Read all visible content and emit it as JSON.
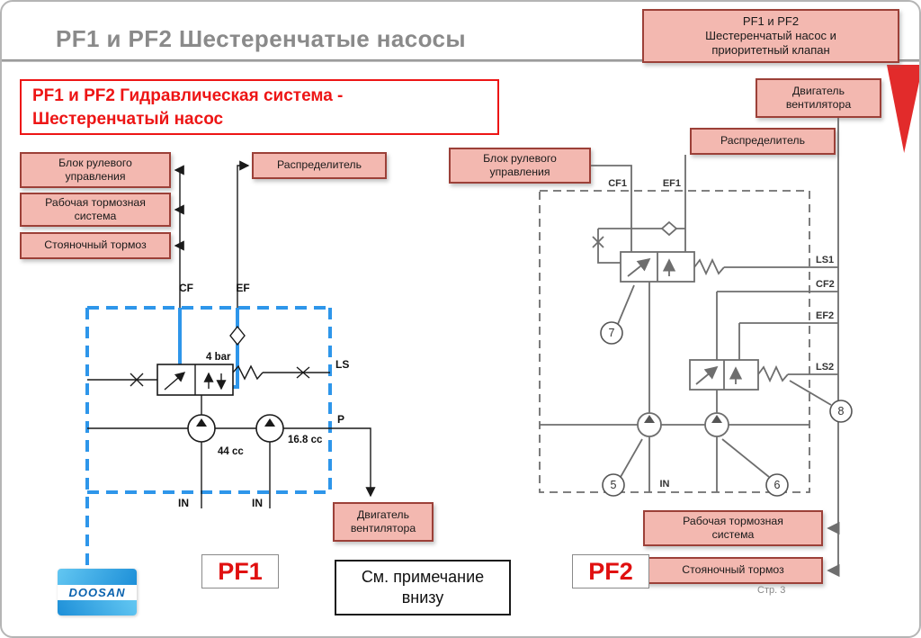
{
  "slide": {
    "title": "PF1 и PF2 Шестеренчатые насосы",
    "page_number": "Стр. 3",
    "logo_text": "DOOSAN"
  },
  "top_callout": {
    "text": "PF1 и PF2\nШестеренчатый насос и\nприоритетный клапан"
  },
  "header_box": {
    "text": "PF1 и PF2 Гидравлическая система -\nШестеренчатый насос"
  },
  "note_box": {
    "text": "См. примечание\nвнизу"
  },
  "pf1": {
    "label": "PF1",
    "boxes": {
      "steering": "Блок рулевого\nуправления",
      "service_brake": "Рабочая тормозная\nсистема",
      "parking_brake": "Стояночный тормоз",
      "distributor": "Распределитель",
      "fan_motor": "Двигатель\nвентилятора"
    },
    "ports": {
      "cf": "CF",
      "ef": "EF",
      "ls": "LS",
      "p": "P",
      "in1": "IN",
      "in2": "IN"
    },
    "values": {
      "relief_pressure": "4 bar",
      "pump1": "44 cc",
      "pump2": "16.8 cc"
    }
  },
  "pf2": {
    "label": "PF2",
    "boxes": {
      "steering": "Блок рулевого\nуправления",
      "distributor": "Распределитель",
      "fan_motor": "Двигатель\nвентилятора",
      "service_brake": "Рабочая тормозная\nсистема",
      "parking_brake": "Стояночный тормоз"
    },
    "ports": {
      "cf1": "CF1",
      "ef1": "EF1",
      "ls1": "LS1",
      "cf2": "CF2",
      "ef2": "EF2",
      "ls2": "LS2",
      "in": "IN"
    },
    "callout_numbers": {
      "n5": "5",
      "n6": "6",
      "n7": "7",
      "n8": "8"
    }
  },
  "colors": {
    "title_gray": "#8a8a8a",
    "accent_red": "#e01010",
    "label_fill": "#f3b8b0",
    "label_border": "#9c4038",
    "pf1_line_blue": "#2e96ea",
    "pf2_line_gray": "#6e6e6e",
    "triangle_red": "#e22b2b",
    "logo_blue": "#1d8fd8"
  }
}
